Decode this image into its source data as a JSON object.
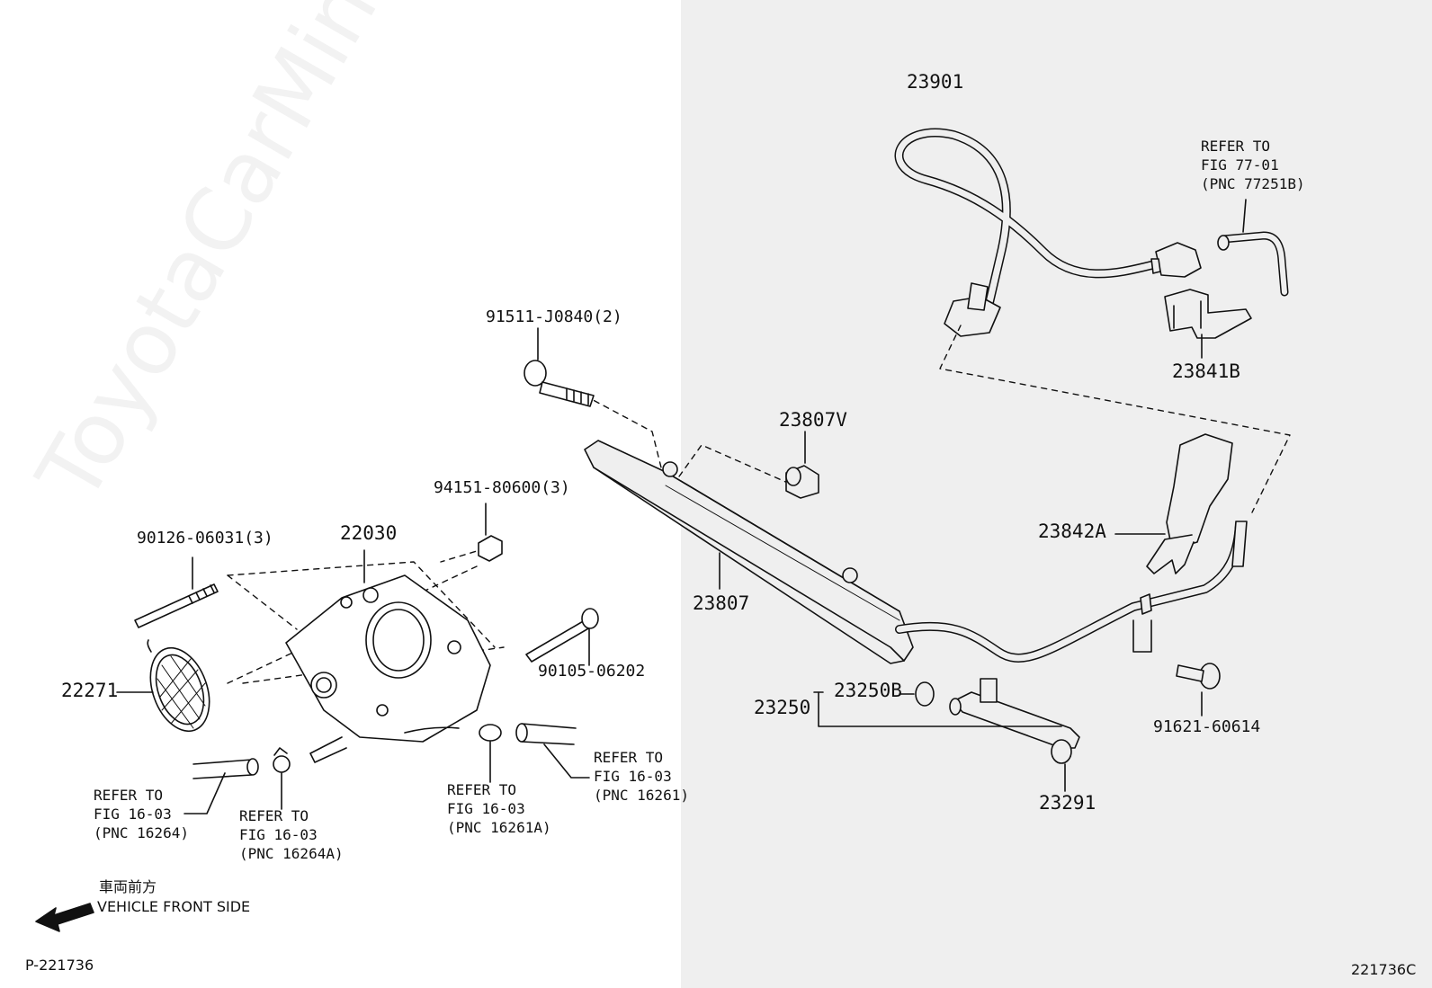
{
  "watermark": "ToyotaCarMine.ru",
  "labels": {
    "p23901": "23901",
    "ref_77251b": [
      "REFER TO",
      "FIG 77-01",
      "(PNC 77251B)"
    ],
    "p23841b": "23841B",
    "p91511": "91511-J0840(2)",
    "p23807v": "23807V",
    "p94151": "94151-80600(3)",
    "p90126": "90126-06031(3)",
    "p22030": "22030",
    "p23842a": "23842A",
    "p23807": "23807",
    "p90105": "90105-06202",
    "p22271": "22271",
    "p23250b": "23250B",
    "p23250": "23250",
    "p91621": "91621-60614",
    "ref_16261": [
      "REFER TO",
      "FIG 16-03",
      "(PNC 16261)"
    ],
    "ref_16261a": [
      "REFER TO",
      "FIG 16-03",
      "(PNC 16261A)"
    ],
    "ref_16264": [
      "REFER TO",
      "FIG 16-03",
      "(PNC 16264)"
    ],
    "ref_16264a": [
      "REFER TO",
      "FIG 16-03",
      "(PNC 16264A)"
    ],
    "p23291": "23291"
  },
  "front": {
    "jp": "車両前方",
    "en": "VEHICLE FRONT SIDE"
  },
  "footer": {
    "left": "P-221736",
    "right": "221736C"
  }
}
